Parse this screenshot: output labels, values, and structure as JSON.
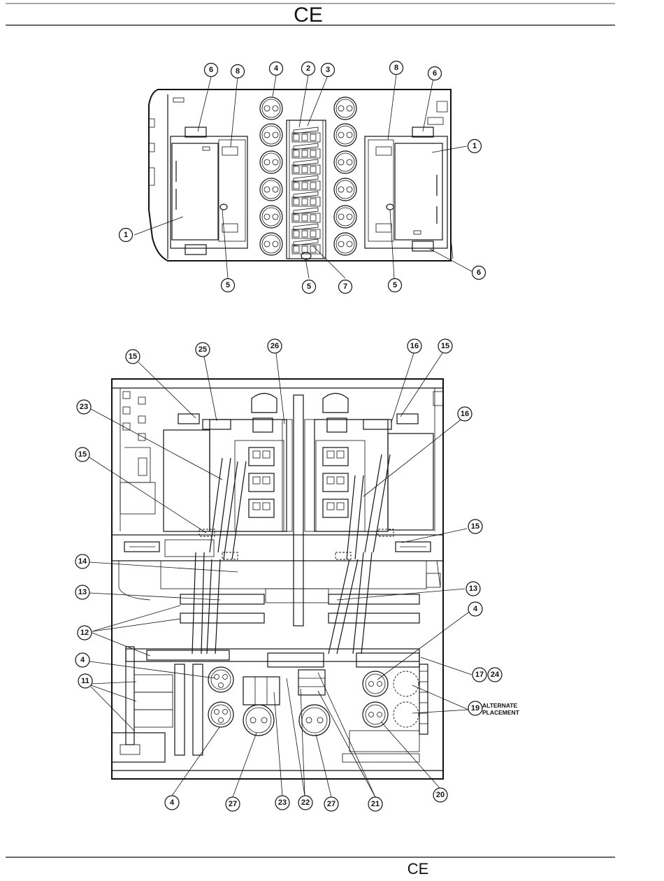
{
  "header": {
    "mark": "CE"
  },
  "footer": {
    "mark": "CE"
  },
  "top_view": {
    "callouts": [
      "6",
      "8",
      "4",
      "2",
      "3",
      "8",
      "6",
      "1",
      "1",
      "6",
      "5",
      "5",
      "7",
      "5"
    ]
  },
  "bottom_view": {
    "callouts": [
      "15",
      "25",
      "26",
      "16",
      "15",
      "23",
      "16",
      "15",
      "15",
      "14",
      "13",
      "13",
      "12",
      "4",
      "4",
      "17",
      "24",
      "11",
      "19",
      "4",
      "27",
      "23",
      "22",
      "27",
      "21",
      "20"
    ],
    "note_line1": "ALTERNATE",
    "note_line2": "PLACEMENT"
  }
}
